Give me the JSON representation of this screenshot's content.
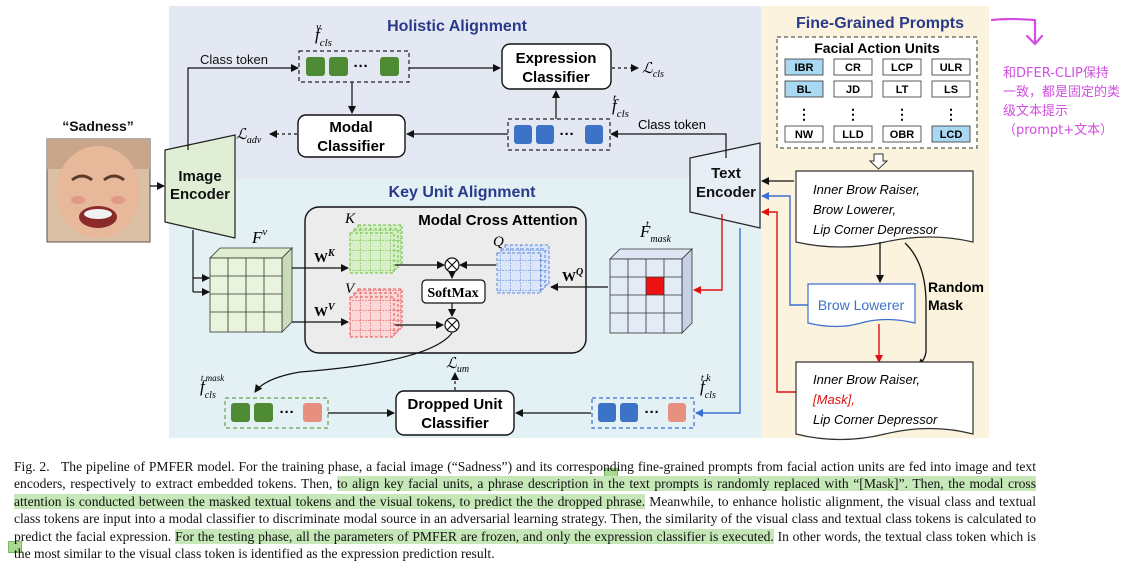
{
  "figure": {
    "holistic_title": "Holistic Alignment",
    "key_unit_title": "Key Unit Alignment",
    "fine_grained_title": "Fine-Grained Prompts",
    "facial_action_units_title": "Facial Action Units",
    "input_label": "“Sadness”",
    "image_encoder": [
      "Image",
      "Encoder"
    ],
    "text_encoder": [
      "Text",
      "Encoder"
    ],
    "expression_classifier": [
      "Expression",
      "Classifier"
    ],
    "modal_classifier": [
      "Modal",
      "Classifier"
    ],
    "dropped_unit_classifier": [
      "Dropped Unit",
      "Classifier"
    ],
    "modal_cross_attention": "Modal Cross Attention",
    "softmax": "SoftMax",
    "class_token_1": "Class token",
    "class_token_2": "Class token",
    "random_mask": [
      "Random",
      "Mask"
    ],
    "au_rows": [
      [
        "IBR",
        "CR",
        "LCP",
        "ULR"
      ],
      [
        "BL",
        "JD",
        "LT",
        "LS"
      ],
      [
        "NW",
        "LLD",
        "OBR",
        "LCD"
      ]
    ],
    "au_highlighted": [
      "IBR",
      "BL",
      "LCD"
    ],
    "prompt_full": [
      "Inner Brow Raiser,",
      "Brow Lowerer,",
      "Lip Corner Depressor"
    ],
    "dropped_phrase": "Brow Lowerer",
    "prompt_masked": [
      "Inner Brow Raiser,",
      "[Mask],",
      "Lip Corner Depressor"
    ],
    "labels": {
      "f_cls_v": "f",
      "f_cls_t": "f",
      "F_v": "F",
      "F_mask": "F",
      "K": "K",
      "Q": "Q",
      "V": "V",
      "WK": "W",
      "WV": "W",
      "WQ": "W",
      "L_cls": "ℒ",
      "L_adv": "ℒ",
      "L_um": "ℒ",
      "f_hat": "f",
      "f_tk": "f"
    },
    "colors": {
      "holistic_bg": "#e4e8f2",
      "key_bg": "#e3f0f4",
      "fine_bg": "#fbf3dd",
      "token_green": "#4f8a34",
      "token_blue": "#3d73c6",
      "token_red": "#e89080",
      "mask_red": "#ee1111",
      "au_highlight": "#a9d8f2"
    }
  },
  "caption": {
    "prefix": "Fig. 2.",
    "text_1": "The pipeline of PMFER model. For the training phase, a facial image (“Sadness”) and its corresponding fine-grained prompts from facial action units are fed into image and text encoders, respectively to extract embedded tokens. Then, ",
    "highlight_1": "to align key facial units, a phrase description in the text prompts is randomly replaced with “[Mask]”. Then, the modal cross attention is conducted between the masked textual tokens and the visual tokens, to predict the the dropped phrase.",
    "text_2": " Meanwhile, to enhance holistic alignment, the visual class and textual class tokens are input into a modal classifier to discriminate modal source in an adversarial learning strategy. Then, the similarity of the visual class and textual class tokens is calculated to predict the facial expression. ",
    "highlight_2": "For the testing phase, all the parameters of PMFER are frozen, and only the expression classifier is executed.",
    "text_3": " In other words, the textual class token which is the most similar to the visual class token is identified as the expression prediction result."
  },
  "annotation": {
    "note": "和DFER-CLIP保持一致，都是固定的类级文本提示（prompt+文本）",
    "pen_color": "#d24de0"
  }
}
